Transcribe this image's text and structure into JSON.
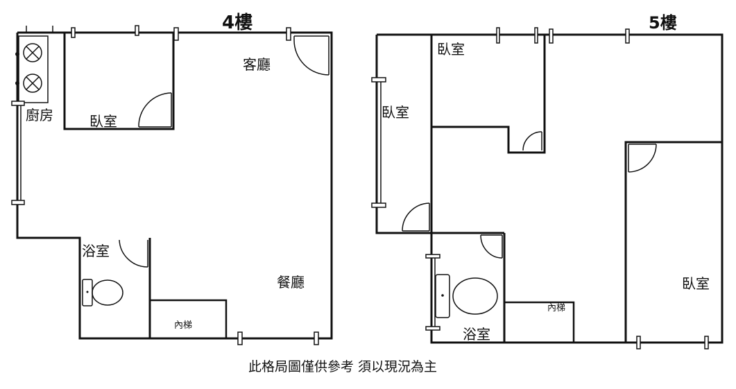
{
  "floor4": {
    "title": "4樓",
    "rooms": {
      "kitchen": "廚房",
      "bedroom": "臥室",
      "living": "客廳",
      "bath": "浴室",
      "dining": "餐廳",
      "stairs": "內梯"
    }
  },
  "floor5": {
    "title": "5樓",
    "rooms": {
      "bedroom_top": "臥室",
      "bedroom_left": "臥室",
      "bedroom_right": "臥室",
      "bath": "浴室",
      "stairs": "內梯"
    }
  },
  "footer": {
    "note": "此格局圖僅供參考 須以現況為主"
  }
}
